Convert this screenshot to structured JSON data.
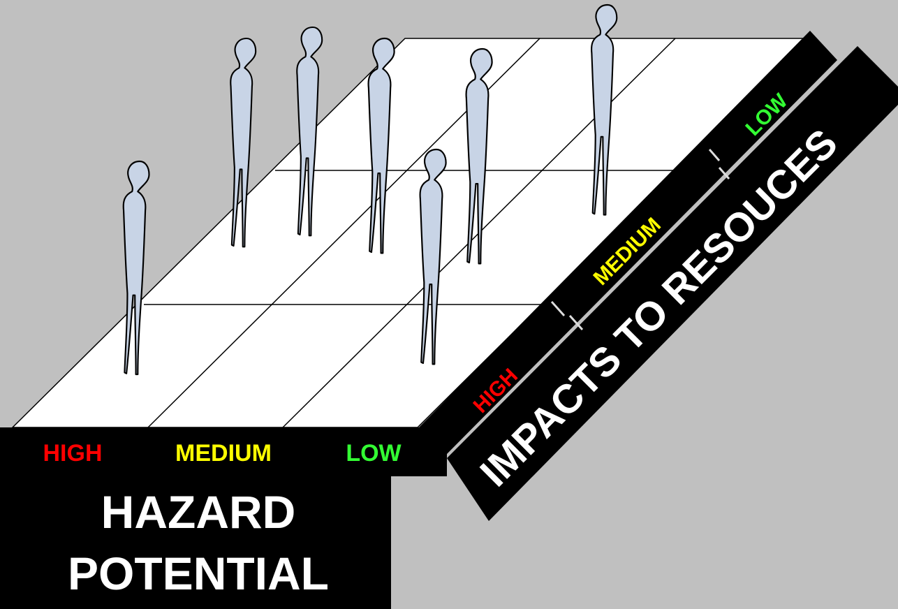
{
  "hazard_axis": {
    "levels": [
      {
        "label": "HIGH",
        "color": "#ff0000"
      },
      {
        "label": "MEDIUM",
        "color": "#ffff00"
      },
      {
        "label": "LOW",
        "color": "#33ff33"
      }
    ],
    "title_line1": "HAZARD",
    "title_line2": "POTENTIAL"
  },
  "impact_axis": {
    "levels": [
      {
        "label": "HIGH",
        "color": "#ff0000"
      },
      {
        "label": "MEDIUM",
        "color": "#ffff00"
      },
      {
        "label": "LOW",
        "color": "#33ff33"
      }
    ],
    "title": "IMPACTS TO RESOUCES"
  },
  "figures": {
    "count": 7,
    "fill_color": "#c8d4e6",
    "icon": "standing-person-icon"
  },
  "colors": {
    "background": "#c0c0c0",
    "plane": "#ffffff",
    "label_band": "#000000",
    "title_text": "#ffffff"
  }
}
